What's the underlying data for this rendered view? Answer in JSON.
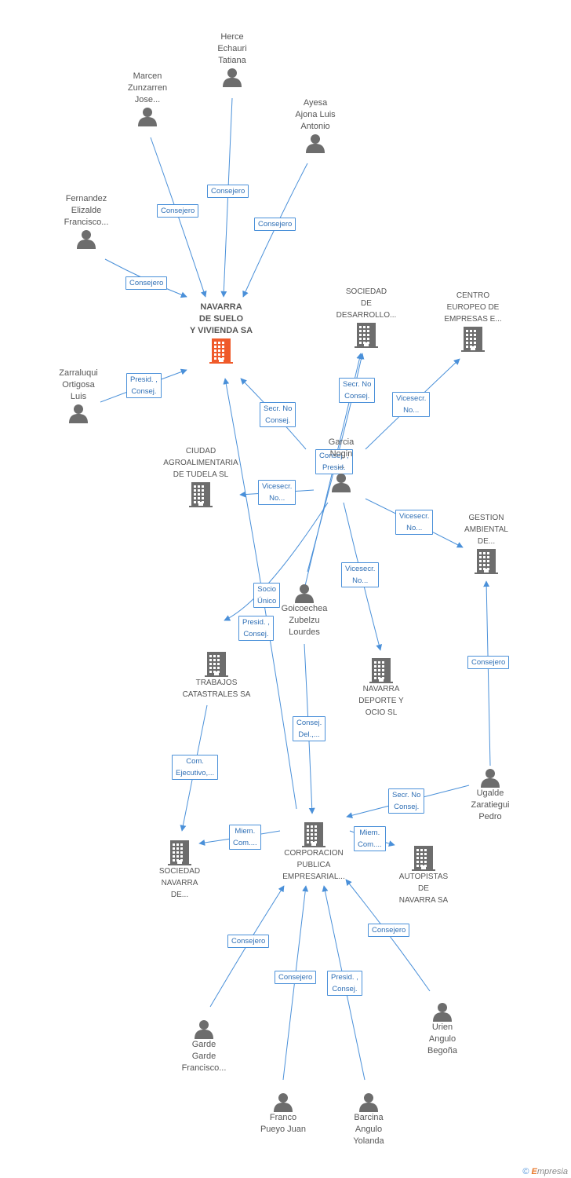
{
  "graph": {
    "colors": {
      "edge": "#4a90d9",
      "icon": "#6d6d6d",
      "main_icon": "#ef5a2a",
      "label": "#555555"
    },
    "nodes": [
      {
        "id": "herce",
        "type": "person",
        "label": [
          "Herce",
          "Echauri",
          "Tatiana"
        ]
      },
      {
        "id": "marcen",
        "type": "person",
        "label": [
          "Marcen",
          "Zunzarren",
          "Jose..."
        ]
      },
      {
        "id": "ayesa",
        "type": "person",
        "label": [
          "Ayesa",
          "Ajona Luis",
          "Antonio"
        ]
      },
      {
        "id": "fernandez",
        "type": "person",
        "label": [
          "Fernandez",
          "Elizalde",
          "Francisco..."
        ]
      },
      {
        "id": "navarra_suelo",
        "type": "company",
        "main": true,
        "label": [
          "NAVARRA",
          "DE SUELO",
          "Y VIVIENDA SA"
        ]
      },
      {
        "id": "zarraluqui",
        "type": "person",
        "label": [
          "Zarraluqui",
          "Ortigosa",
          "Luis"
        ]
      },
      {
        "id": "soc_desarrollo",
        "type": "company",
        "label": [
          "SOCIEDAD",
          "DE",
          "DESARROLLO..."
        ]
      },
      {
        "id": "centro_europeo",
        "type": "company",
        "label": [
          "CENTRO",
          "EUROPEO DE",
          "EMPRESAS E..."
        ]
      },
      {
        "id": "ciudad_agro",
        "type": "company",
        "label": [
          "CIUDAD",
          "AGROALIMENTARIA",
          "DE TUDELA SL"
        ]
      },
      {
        "id": "garcia",
        "type": "person",
        "label": [
          "Garcia",
          "Nogin",
          "..."
        ]
      },
      {
        "id": "gestion_ambiental",
        "type": "company",
        "label": [
          "GESTION",
          "AMBIENTAL",
          "DE..."
        ]
      },
      {
        "id": "goicoechea",
        "type": "person",
        "label": [
          "Goicoechea",
          "Zubelzu",
          "Lourdes"
        ]
      },
      {
        "id": "trabajos_catastrales",
        "type": "company",
        "label": [
          "TRABAJOS",
          "CATASTRALES SA"
        ]
      },
      {
        "id": "navarra_deporte",
        "type": "company",
        "label": [
          "NAVARRA",
          "DEPORTE Y",
          "OCIO SL"
        ]
      },
      {
        "id": "ugalde",
        "type": "person",
        "label": [
          "Ugalde",
          "Zaratiegui",
          "Pedro"
        ]
      },
      {
        "id": "soc_navarra",
        "type": "company",
        "label": [
          "SOCIEDAD",
          "NAVARRA",
          "DE..."
        ]
      },
      {
        "id": "corporacion",
        "type": "company",
        "label": [
          "CORPORACION",
          "PUBLICA",
          "EMPRESARIAL..."
        ]
      },
      {
        "id": "autopistas",
        "type": "company",
        "label": [
          "AUTOPISTAS",
          "DE",
          "NAVARRA SA"
        ]
      },
      {
        "id": "garde",
        "type": "person",
        "label": [
          "Garde",
          "Garde",
          "Francisco..."
        ]
      },
      {
        "id": "urien",
        "type": "person",
        "label": [
          "Urien",
          "Angulo",
          "Begoña"
        ]
      },
      {
        "id": "franco",
        "type": "person",
        "label": [
          "Franco",
          "Pueyo Juan"
        ]
      },
      {
        "id": "barcina",
        "type": "person",
        "label": [
          "Barcina",
          "Angulo",
          "Yolanda"
        ]
      }
    ],
    "edges": [
      {
        "from": "herce",
        "to": "navarra_suelo",
        "label": [
          "Consejero"
        ]
      },
      {
        "from": "marcen",
        "to": "navarra_suelo",
        "label": [
          "Consejero"
        ]
      },
      {
        "from": "ayesa",
        "to": "navarra_suelo",
        "label": [
          "Consejero"
        ]
      },
      {
        "from": "fernandez",
        "to": "navarra_suelo",
        "label": [
          "Consejero"
        ]
      },
      {
        "from": "zarraluqui",
        "to": "navarra_suelo",
        "label": [
          "Presid. ,",
          "Consej."
        ]
      },
      {
        "from": "garcia",
        "to": "navarra_suelo",
        "label": [
          "Secr. No",
          "Consej."
        ]
      },
      {
        "from": "garcia",
        "to": "soc_desarrollo",
        "label": [
          "Secr. No",
          "Consej."
        ]
      },
      {
        "from": "garcia",
        "to": "centro_europeo",
        "label": [
          "Vicesecr.",
          "No..."
        ]
      },
      {
        "from": "garcia",
        "to": "ciudad_agro",
        "label": [
          "Vicesecr.",
          "No..."
        ]
      },
      {
        "from": "garcia",
        "to": "gestion_ambiental",
        "label": [
          "Vicesecr.",
          "No..."
        ]
      },
      {
        "from": "garcia",
        "to": "navarra_deporte",
        "label": [
          "Vicesecr.",
          "No..."
        ]
      },
      {
        "from": "garcia",
        "to": "trabajos_catastrales",
        "label": [
          "Presid. ,",
          "Consej."
        ]
      },
      {
        "from": "goicoechea",
        "to": "soc_desarrollo",
        "label": [
          "Consej. ,",
          "Presid."
        ]
      },
      {
        "from": "corporacion",
        "to": "navarra_suelo",
        "label": [
          "Socio",
          "Único"
        ]
      },
      {
        "from": "goicoechea",
        "to": "corporacion",
        "label": [
          "Consej.",
          "Del.,..."
        ]
      },
      {
        "from": "trabajos_catastrales",
        "to": "soc_navarra",
        "label": [
          "Com.",
          "Ejecutivo,..."
        ]
      },
      {
        "from": "ugalde",
        "to": "gestion_ambiental",
        "label": [
          "Consejero"
        ]
      },
      {
        "from": "ugalde",
        "to": "corporacion",
        "label": [
          "Secr. No",
          "Consej."
        ]
      },
      {
        "from": "corporacion",
        "to": "soc_navarra",
        "label": [
          "Miem.",
          "Com...."
        ]
      },
      {
        "from": "corporacion",
        "to": "autopistas",
        "label": [
          "Miem.",
          "Com...."
        ]
      },
      {
        "from": "garde",
        "to": "corporacion",
        "label": [
          "Consejero"
        ]
      },
      {
        "from": "franco",
        "to": "corporacion",
        "label": [
          "Consejero"
        ]
      },
      {
        "from": "barcina",
        "to": "corporacion",
        "label": [
          "Presid. ,",
          "Consej."
        ]
      },
      {
        "from": "urien",
        "to": "corporacion",
        "label": [
          "Consejero"
        ]
      }
    ]
  },
  "footer": {
    "copyright": "©",
    "brand_first": "E",
    "brand_rest": "mpresia"
  }
}
